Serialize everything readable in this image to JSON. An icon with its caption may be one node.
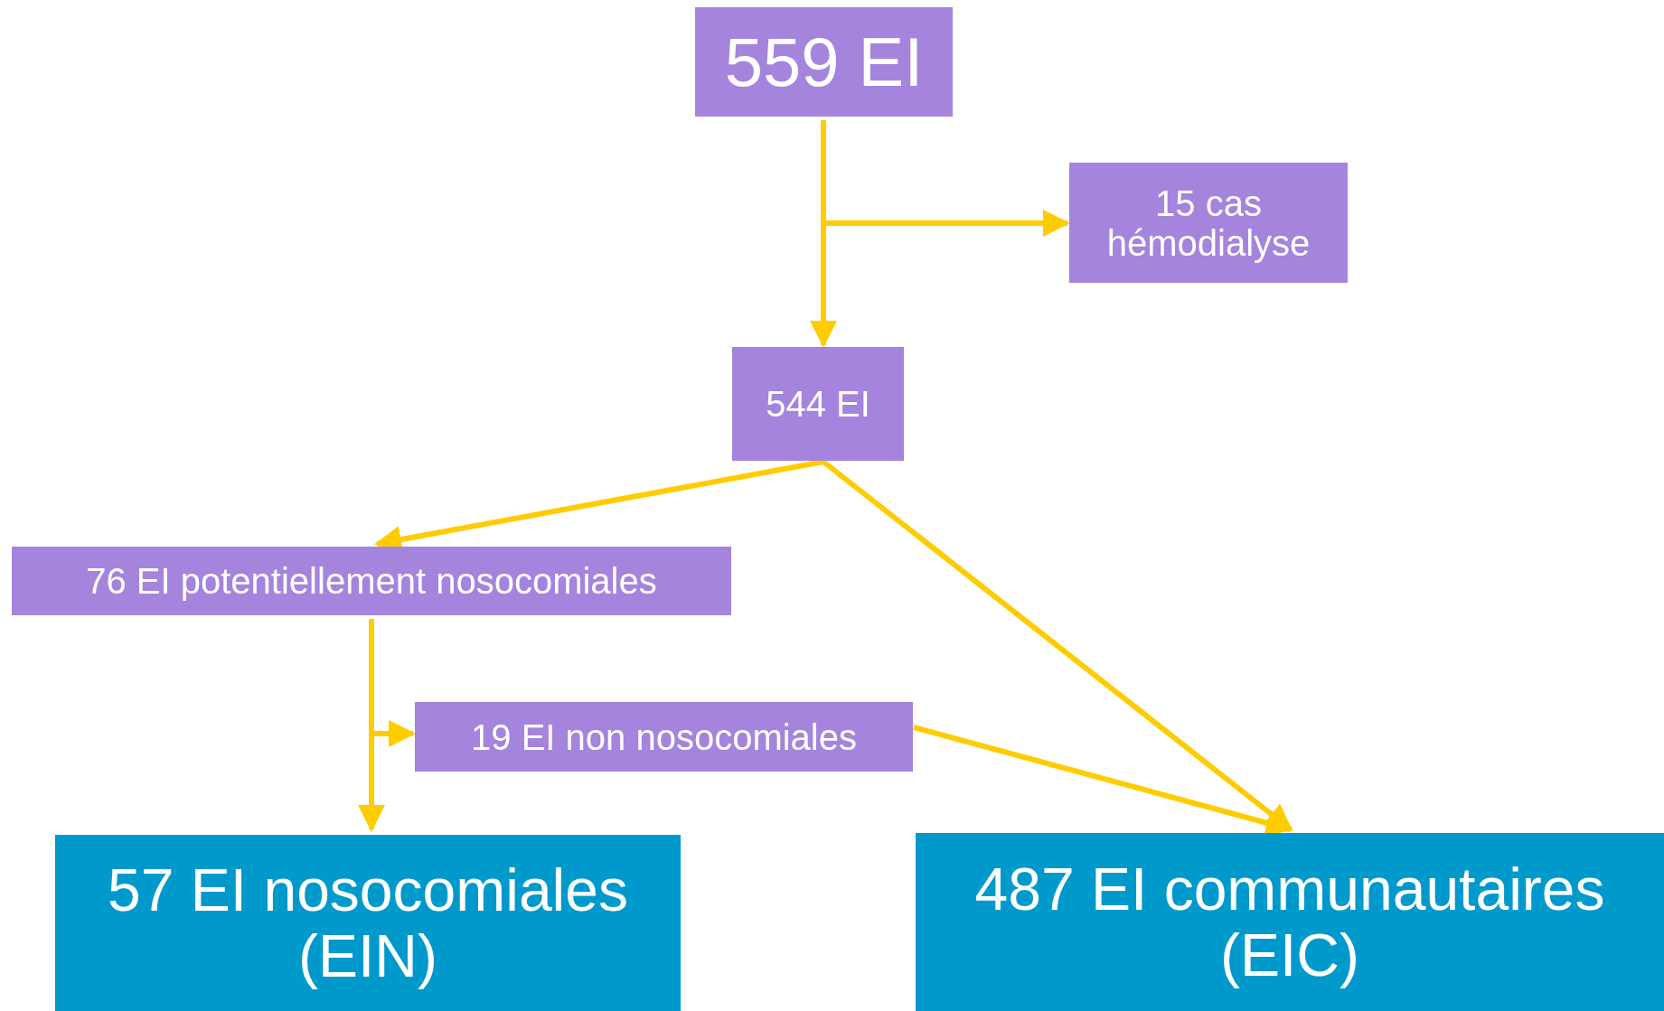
{
  "diagram": {
    "nodes": [
      {
        "text": [
          "559 EI"
        ]
      },
      {
        "text": [
          "15 cas hémodialyse"
        ]
      },
      {
        "text": [
          "544 EI"
        ]
      },
      {
        "text": [
          "76 EI potentiellement nosocomiales"
        ]
      },
      {
        "text": [
          "19 EI non nosocomiales"
        ]
      },
      {
        "text": [
          "57 EI nosocomiales (EIN)"
        ]
      },
      {
        "text": [
          "487 EI communautaires (EIC)"
        ]
      }
    ],
    "edges": [
      {
        "from": 0,
        "to": 2,
        "arrow": "to"
      },
      {
        "from": 0,
        "to": 1,
        "arrow": "to"
      },
      {
        "from": 2,
        "to": 3,
        "arrow": "to"
      },
      {
        "from": 2,
        "to": 6,
        "arrow": "to"
      },
      {
        "from": 3,
        "to": 5,
        "arrow": "to"
      },
      {
        "from": 3,
        "to": 4,
        "arrow": "to"
      },
      {
        "from": 4,
        "to": 6,
        "arrow": "to"
      }
    ]
  }
}
